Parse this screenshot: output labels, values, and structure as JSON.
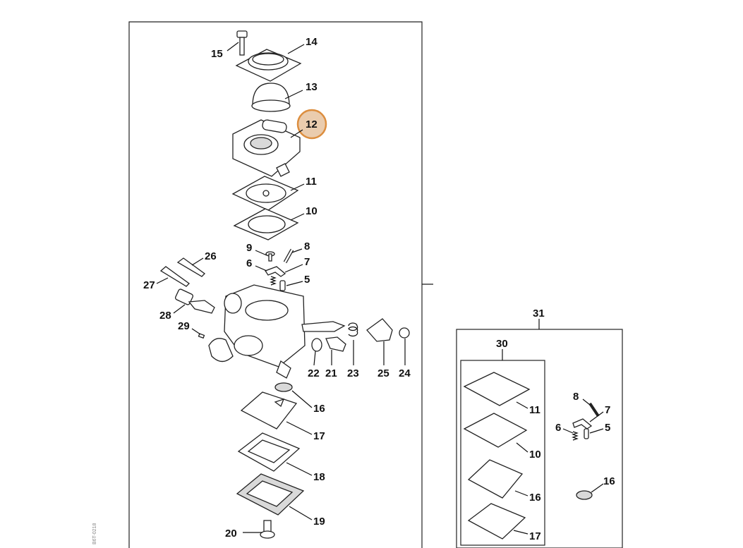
{
  "diagram": {
    "highlight_color": "#d9822b",
    "highlighted_part": "12",
    "side_code": "B6T-0218",
    "main_labels": {
      "p15": "15",
      "p14": "14",
      "p13": "13",
      "p12": "12",
      "p11": "11",
      "p10": "10",
      "p9": "9",
      "p8": "8",
      "p6": "6",
      "p7": "7",
      "p5": "5",
      "p26": "26",
      "p27": "27",
      "p28": "28",
      "p29": "29",
      "p22": "22",
      "p21": "21",
      "p23": "23",
      "p25": "25",
      "p24": "24",
      "p16": "16",
      "p17": "17",
      "p18": "18",
      "p19": "19",
      "p20": "20"
    },
    "kit_labels": {
      "k31": "31",
      "k30": "30",
      "k11": "11",
      "k10": "10",
      "k16": "16",
      "k17": "17",
      "k8": "8",
      "k7": "7",
      "k6": "6",
      "k5": "5",
      "k16b": "16"
    }
  }
}
